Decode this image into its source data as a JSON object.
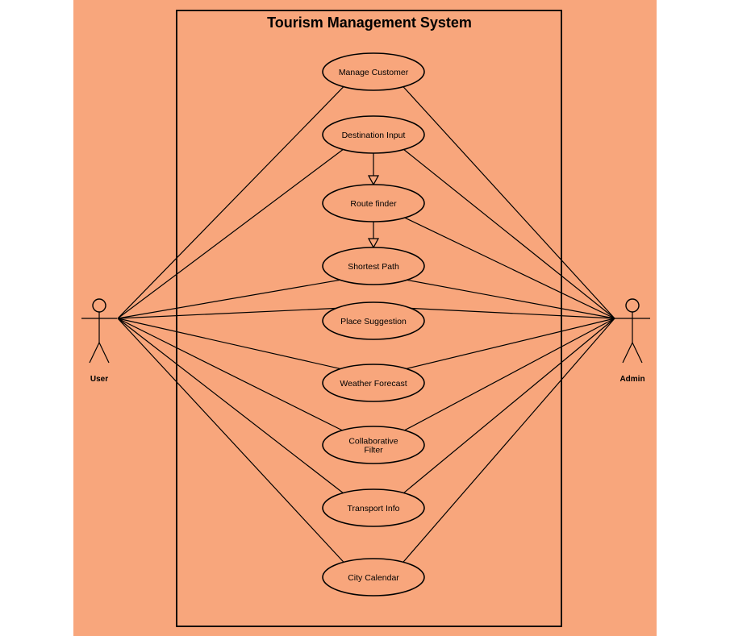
{
  "diagram": {
    "title": "Tourism Management System",
    "background_color": "#f8a67c",
    "line_color": "#000000",
    "actors": [
      {
        "id": "user",
        "label": "User"
      },
      {
        "id": "admin",
        "label": "Admin"
      }
    ],
    "use_cases": [
      {
        "id": "manage-customer",
        "lines": [
          "Manage Customer"
        ]
      },
      {
        "id": "destination-input",
        "lines": [
          "Destination Input"
        ]
      },
      {
        "id": "route-finder",
        "lines": [
          "Route finder"
        ]
      },
      {
        "id": "shortest-path",
        "lines": [
          "Shortest Path"
        ]
      },
      {
        "id": "place-suggestion",
        "lines": [
          "Place Suggestion"
        ]
      },
      {
        "id": "weather-forecast",
        "lines": [
          "Weather Forecast"
        ]
      },
      {
        "id": "collaborative-filter",
        "lines": [
          "Collaborative",
          "Filter"
        ]
      },
      {
        "id": "transport-info",
        "lines": [
          "Transport Info"
        ]
      },
      {
        "id": "city-calendar",
        "lines": [
          "City Calendar"
        ]
      }
    ],
    "associations": [
      {
        "actor": "user",
        "use_case": "manage-customer"
      },
      {
        "actor": "user",
        "use_case": "destination-input"
      },
      {
        "actor": "user",
        "use_case": "shortest-path"
      },
      {
        "actor": "user",
        "use_case": "place-suggestion"
      },
      {
        "actor": "user",
        "use_case": "weather-forecast"
      },
      {
        "actor": "user",
        "use_case": "collaborative-filter"
      },
      {
        "actor": "user",
        "use_case": "transport-info"
      },
      {
        "actor": "user",
        "use_case": "city-calendar"
      },
      {
        "actor": "admin",
        "use_case": "manage-customer"
      },
      {
        "actor": "admin",
        "use_case": "destination-input"
      },
      {
        "actor": "admin",
        "use_case": "route-finder"
      },
      {
        "actor": "admin",
        "use_case": "shortest-path"
      },
      {
        "actor": "admin",
        "use_case": "place-suggestion"
      },
      {
        "actor": "admin",
        "use_case": "weather-forecast"
      },
      {
        "actor": "admin",
        "use_case": "collaborative-filter"
      },
      {
        "actor": "admin",
        "use_case": "transport-info"
      },
      {
        "actor": "admin",
        "use_case": "city-calendar"
      }
    ],
    "flows": [
      {
        "from": "destination-input",
        "to": "route-finder"
      },
      {
        "from": "route-finder",
        "to": "shortest-path"
      }
    ]
  }
}
